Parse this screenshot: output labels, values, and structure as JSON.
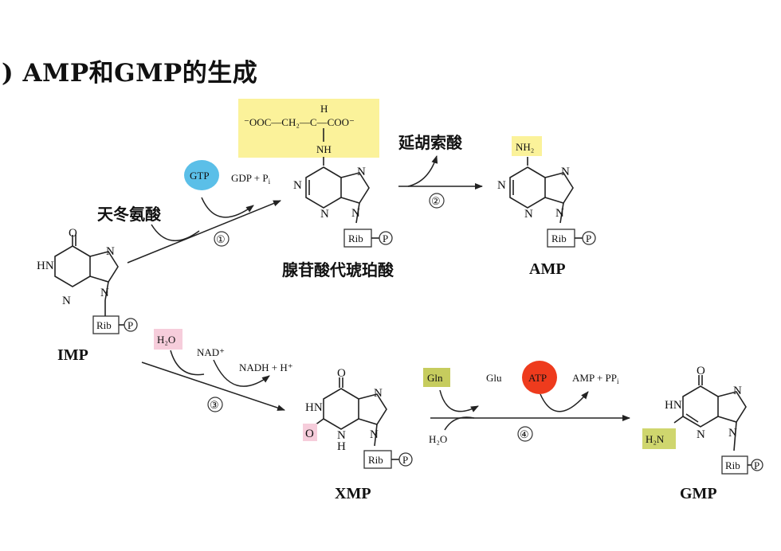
{
  "title": ") AMP和GMP的生成",
  "colors": {
    "hl_yellow": "#fbf29a",
    "gtp_blue": "#5bbfe8",
    "h2o_pink": "#f6cddb",
    "gln_olive": "#c6cc5e",
    "atp_red": "#ee3b1d",
    "h2n_green": "#cfd66e"
  },
  "compounds": {
    "imp": "IMP",
    "amp": "AMP",
    "xmp": "XMP",
    "gmp": "GMP",
    "adenylosuccinate": "腺苷酸代琥珀酸"
  },
  "reagents": {
    "gtp": "GTP",
    "gdp_pi": "GDP + P",
    "gdp_pi_sub": "i",
    "aspartate": "天冬氨酸",
    "fumarate": "延胡索酸",
    "h2o": "H₂O",
    "nad": "NAD⁺",
    "nadh": "NADH + H⁺",
    "gln": "Gln",
    "glu": "Glu",
    "atp": "ATP",
    "amp_ppi": "AMP + PP",
    "amp_ppi_sub": "i",
    "h2o_2": "H₂O"
  },
  "steps": {
    "s1": "①",
    "s2": "②",
    "s3": "③",
    "s4": "④"
  },
  "groups": {
    "succinyl_chain": "⁻OOC—CH₂—C—COO⁻",
    "succinyl_h": "H",
    "succinyl_nh": "NH",
    "nh2": "NH₂",
    "h2n": "H₂N",
    "rib": "Rib",
    "p": "P"
  },
  "atoms": {
    "n": "N",
    "o": "O",
    "hn": "HN",
    "h": "H"
  }
}
